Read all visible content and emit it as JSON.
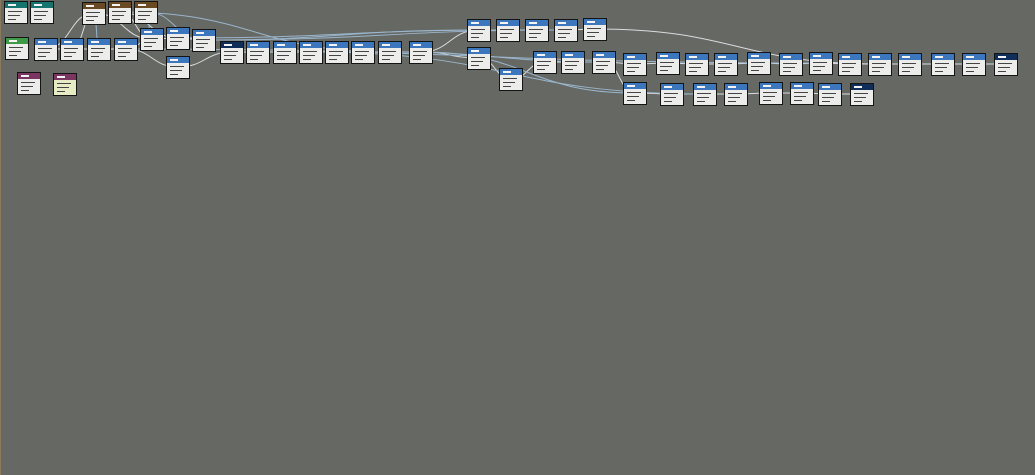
{
  "colors": {
    "canvas": "#666863",
    "node_body": "#ececea",
    "node_border": "#141414",
    "link_white": "#d9dbe0",
    "link_blue": "#9ab5cc",
    "header_teal": "#16756e",
    "header_green": "#3f9a48",
    "header_brown": "#6a4a22",
    "header_blue": "#3c76bc",
    "header_navy": "#0f2f5a",
    "header_magenta": "#7b3561",
    "body_cream": "#e8ecc4"
  },
  "nodes": [
    {
      "header": "header_teal"
    },
    {
      "header": "header_teal"
    },
    {
      "header": "header_brown"
    },
    {
      "header": "header_brown"
    },
    {
      "header": "header_brown"
    },
    {
      "header": "header_green"
    },
    {
      "header": "header_blue"
    },
    {
      "header": "header_blue"
    },
    {
      "header": "header_blue"
    },
    {
      "header": "header_blue"
    },
    {
      "header": "header_blue"
    },
    {
      "header": "header_blue"
    },
    {
      "header": "header_blue"
    },
    {
      "header": "header_blue"
    },
    {
      "header": "header_navy"
    },
    {
      "header": "header_blue"
    },
    {
      "header": "header_blue"
    },
    {
      "header": "header_blue"
    },
    {
      "header": "header_blue"
    },
    {
      "header": "header_blue"
    },
    {
      "header": "header_blue"
    },
    {
      "header": "header_blue"
    },
    {
      "header": "header_magenta"
    },
    {
      "header": "header_magenta",
      "body": "body_cream"
    },
    {
      "header": "header_blue"
    },
    {
      "header": "header_blue"
    },
    {
      "header": "header_blue"
    },
    {
      "header": "header_blue"
    },
    {
      "header": "header_blue"
    },
    {
      "header": "header_blue"
    },
    {
      "header": "header_blue"
    },
    {
      "header": "header_blue"
    },
    {
      "header": "header_blue"
    },
    {
      "header": "header_blue"
    },
    {
      "header": "header_blue"
    },
    {
      "header": "header_blue"
    },
    {
      "header": "header_blue"
    },
    {
      "header": "header_blue"
    },
    {
      "header": "header_blue"
    },
    {
      "header": "header_blue"
    },
    {
      "header": "header_blue"
    },
    {
      "header": "header_blue"
    },
    {
      "header": "header_blue"
    },
    {
      "header": "header_blue"
    },
    {
      "header": "header_blue"
    },
    {
      "header": "header_navy"
    },
    {
      "header": "header_blue"
    },
    {
      "header": "header_blue"
    },
    {
      "header": "header_blue"
    },
    {
      "header": "header_blue"
    },
    {
      "header": "header_blue"
    },
    {
      "header": "header_blue"
    },
    {
      "header": "header_blue"
    },
    {
      "header": "header_navy"
    }
  ]
}
